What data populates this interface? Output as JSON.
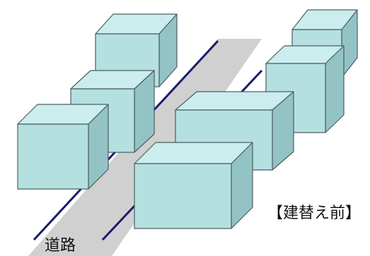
{
  "labels": {
    "scenario": "【建替え前】",
    "road": "道路"
  },
  "colors": {
    "road": "#d0d0d0",
    "road_edge": "#1a1a6e",
    "box_top": "#cbeded",
    "box_front": "#b4e0e0",
    "box_side": "#93c3c5",
    "box_stroke": "#4a5f63"
  },
  "buildings": [
    {
      "name": "building-back-left"
    },
    {
      "name": "building-middle-left"
    },
    {
      "name": "building-front-left"
    },
    {
      "name": "building-back-right"
    },
    {
      "name": "building-middle-right"
    },
    {
      "name": "building-center"
    },
    {
      "name": "building-front-center"
    }
  ]
}
